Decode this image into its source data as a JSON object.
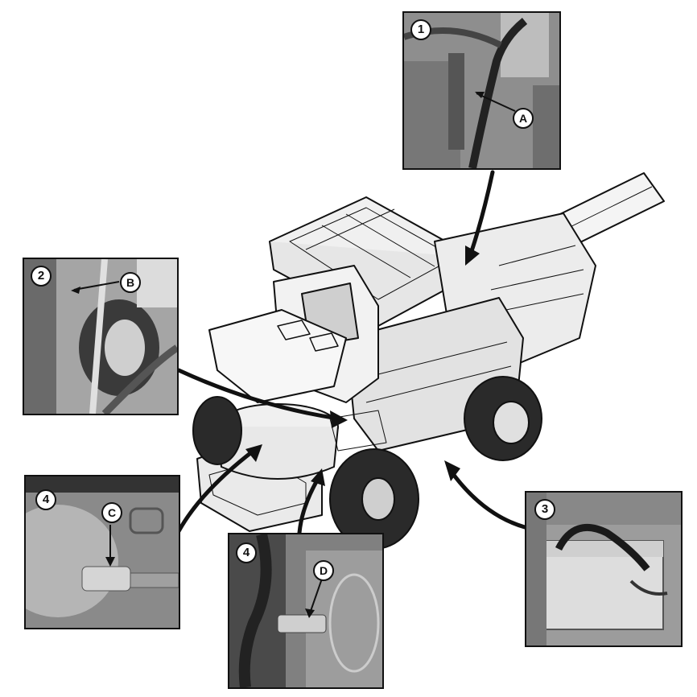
{
  "insets": [
    {
      "id": "1",
      "number": "1",
      "letter": "A"
    },
    {
      "id": "2",
      "number": "2",
      "letter": "B"
    },
    {
      "id": "3",
      "number": "3",
      "letter": ""
    },
    {
      "id": "4c",
      "number": "4",
      "letter": "C"
    },
    {
      "id": "4d",
      "number": "4",
      "letter": "D"
    }
  ],
  "colors": {
    "ink": "#111111",
    "photo_gray": "#9a9a9a",
    "background": "#ffffff"
  }
}
